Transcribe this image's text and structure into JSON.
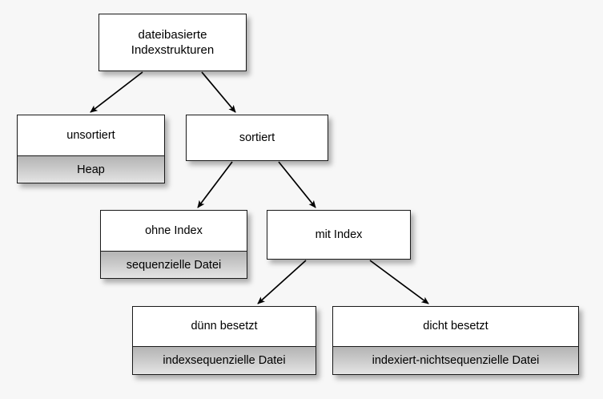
{
  "diagram": {
    "type": "hierarchy-tree",
    "background_color": "#f7f7f7",
    "box_fill": "#ffffff",
    "subtitle_fill_gradient": [
      "#b4b4b4",
      "#e4e4e4"
    ],
    "border_color": "#1a1a1a",
    "text_color": "#000000",
    "nodes": {
      "root": {
        "title": "dateibasierte\nIndexstrukturen"
      },
      "unsortiert": {
        "title": "unsortiert",
        "subtitle": "Heap"
      },
      "sortiert": {
        "title": "sortiert"
      },
      "ohne_index": {
        "title": "ohne Index",
        "subtitle": "sequenzielle Datei"
      },
      "mit_index": {
        "title": "mit Index"
      },
      "duenn_besetzt": {
        "title": "dünn besetzt",
        "subtitle": "indexsequenzielle Datei"
      },
      "dicht_besetzt": {
        "title": "dicht besetzt",
        "subtitle": "indexiert-nichtsequenzielle Datei"
      }
    },
    "edges": [
      {
        "from": "root",
        "to": "unsortiert"
      },
      {
        "from": "root",
        "to": "sortiert"
      },
      {
        "from": "sortiert",
        "to": "ohne_index"
      },
      {
        "from": "sortiert",
        "to": "mit_index"
      },
      {
        "from": "mit_index",
        "to": "duenn_besetzt"
      },
      {
        "from": "mit_index",
        "to": "dicht_besetzt"
      }
    ]
  }
}
